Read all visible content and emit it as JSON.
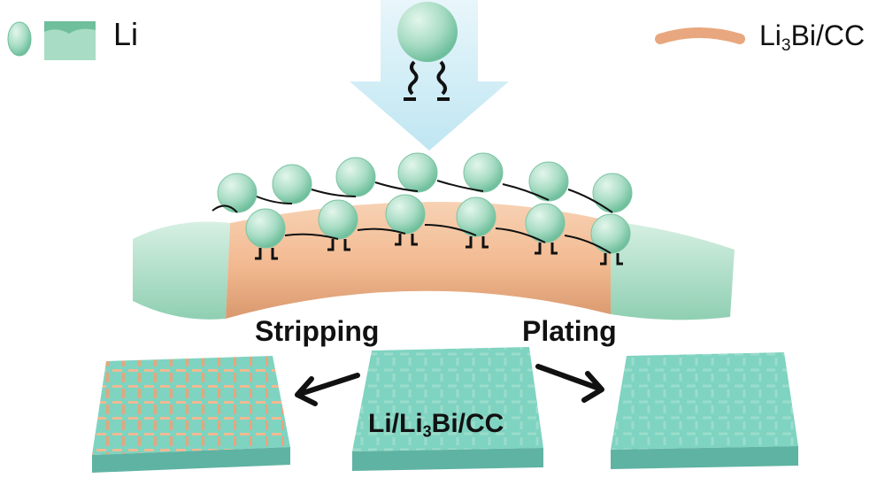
{
  "legend": {
    "li_label": "Li",
    "li3bi_prefix": "Li",
    "li3bi_sub": "3",
    "li3bi_suffix": "Bi/CC"
  },
  "process": {
    "stripping_label": "Stripping",
    "plating_label": "Plating"
  },
  "center_label": {
    "prefix": "Li/Li",
    "sub": "3",
    "suffix": "Bi/CC"
  },
  "colors": {
    "lithium": "#a8dcc4",
    "lithium_dark": "#6fbf9d",
    "li3bi_cc": "#f2b990",
    "arrow_blue": "#bfe6f2",
    "fabric": "#7fd3c1"
  }
}
